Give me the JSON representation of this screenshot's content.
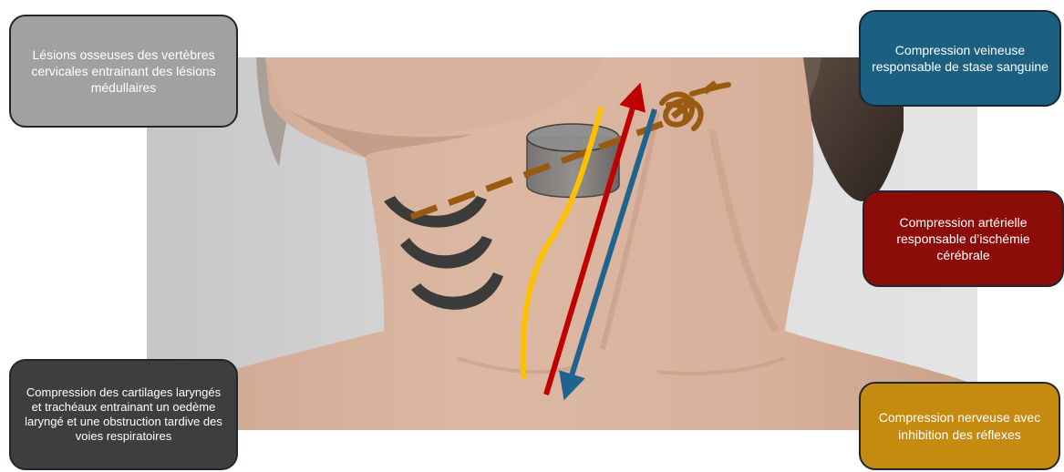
{
  "labels": {
    "bone": "Lésions osseuses des vertèbres cervicales entrainant des lésions médullaires",
    "vein": "Compression veineuse responsable de stase sanguine",
    "artery": "Compression artérielle responsable d’ischémie cérébrale",
    "nerve": "Compression nerveuse avec inhibition des réflexes",
    "larynx": "Compression des cartilages laryngés et trachéaux entrainant un oedème laryngé et une obstruction tardive des voies respiratoires"
  },
  "colors": {
    "bone": "#a1a1a1",
    "vein": "#1b5f81",
    "artery": "#8b0c08",
    "nerve": "#c58a10",
    "larynx": "#3e3e3e",
    "nerve_line": "#ffc000",
    "artery_line": "#c00000",
    "vein_line": "#1f6391",
    "ligature_line": "#995a12"
  },
  "icons": {
    "photo": "neck-photo",
    "vertebra": "cylinder-icon",
    "cartilage": "cartilage-arc-icon",
    "knot": "knot-icon"
  }
}
